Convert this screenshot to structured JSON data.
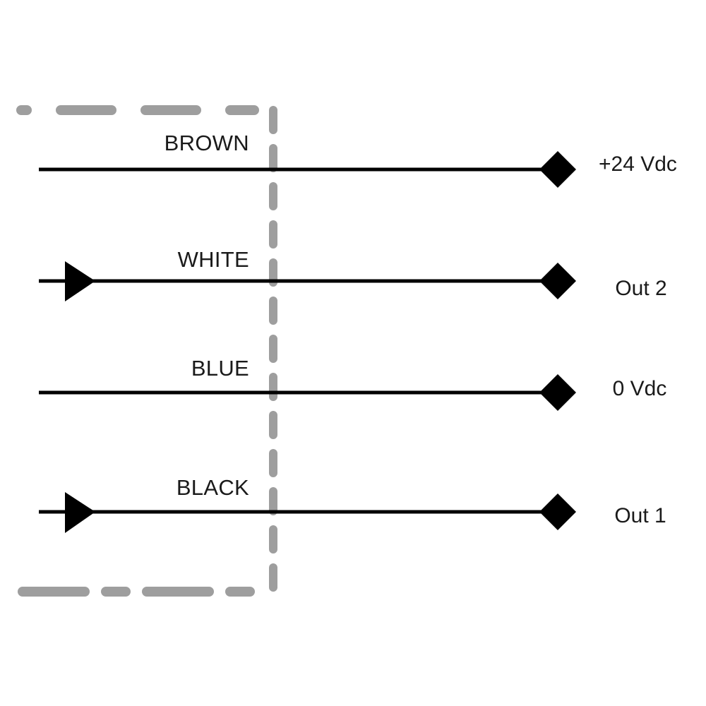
{
  "diagram": {
    "colors": {
      "wire": "#000000",
      "housing_dashed": "#9e9e9e",
      "text": "#1a1a1a",
      "background": "#ffffff"
    },
    "wires": [
      {
        "id": "brown",
        "label": "BROWN",
        "terminal": "+24 Vdc",
        "input_arrow": false
      },
      {
        "id": "white",
        "label": "WHITE",
        "terminal": "Out 2",
        "input_arrow": true
      },
      {
        "id": "blue",
        "label": "BLUE",
        "terminal": "0 Vdc",
        "input_arrow": false
      },
      {
        "id": "black",
        "label": "BLACK",
        "terminal": "Out 1",
        "input_arrow": true
      }
    ]
  }
}
